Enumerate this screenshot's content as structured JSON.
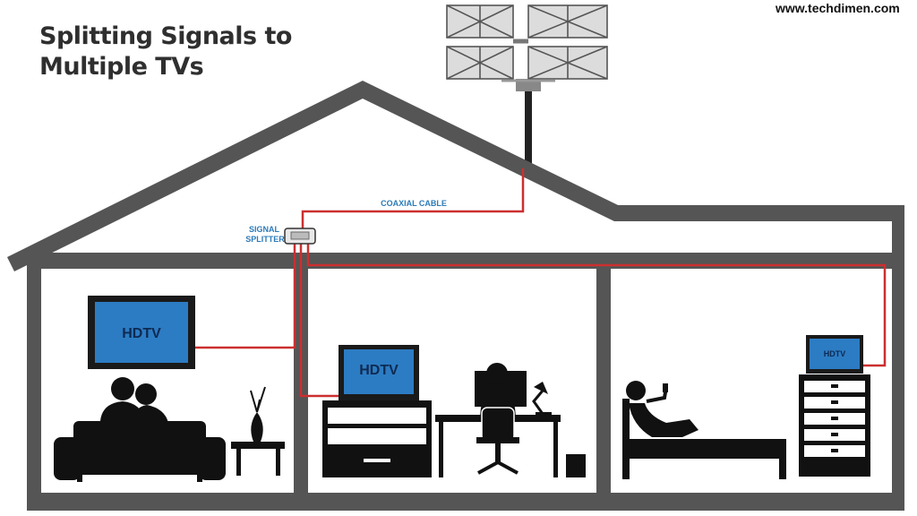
{
  "header": {
    "title_line1": "Splitting Signals to",
    "title_line2": "Multiple TVs",
    "site_url": "www.techdimen.com"
  },
  "labels": {
    "coaxial_cable": "COAXIAL CABLE",
    "signal_splitter_line1": "SIGNAL",
    "signal_splitter_line2": "SPLITTER"
  },
  "tvs": {
    "living_room": "HDTV",
    "office": "HDTV",
    "bedroom": "HDTV"
  },
  "colors": {
    "house_wall": "#555555",
    "cable": "#cc2f2f",
    "tv_screen": "#2c7cc3",
    "label_blue": "#2b7bb9",
    "silhouette": "#111111"
  }
}
